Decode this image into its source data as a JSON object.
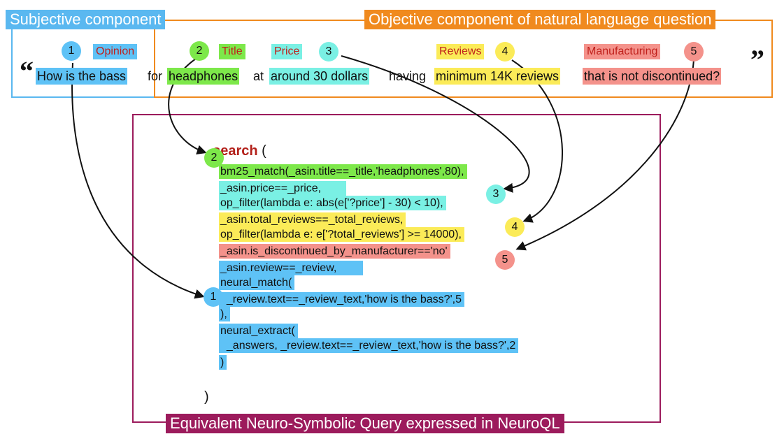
{
  "headers": {
    "subjective": "Subjective component",
    "objective": "Objective component of natural language question",
    "neuroql": "Equivalent Neuro-Symbolic Query expressed in NeuroQL"
  },
  "quote_open": "“",
  "quote_close": "”",
  "question": {
    "seg1": "How is the bass",
    "w_for": "for",
    "seg2": "headphones",
    "w_at": "at",
    "seg3": "around 30 dollars",
    "w_having": "having",
    "seg4": "minimum 14K reviews",
    "seg5": "that is not discontinued?"
  },
  "tags": {
    "opinion": "Opinion",
    "title": "Title",
    "price": "Price",
    "reviews": "Reviews",
    "manufacturing": "Manufacturing"
  },
  "badges": {
    "n1": "1",
    "n2": "2",
    "n3": "3",
    "n4": "4",
    "n5": "5"
  },
  "query": {
    "keyword": "search",
    "open_paren": " (",
    "close_paren": ")",
    "lines": [
      "bm25_match(_asin.title==_title,'headphones',80),",
      "_asin.price==_price,",
      "op_filter(lambda e: abs(e['?price'] - 30) < 10),",
      "_asin.total_reviews==_total_reviews,",
      "op_filter(lambda e: e['?total_reviews'] >= 14000),",
      "_asin.is_discontinued_by_manufacturer=='no'",
      "_asin.review==_review,",
      "neural_match(",
      "  _review.text==_review_text,'how is the bass?',5",
      "),",
      "neural_extract(",
      "  _answers, _review.text==_review_text,'how is the bass?',2",
      ")"
    ]
  },
  "colors": {
    "subjective_frame": "#5ab8f0",
    "objective_frame": "#f08a1e",
    "neuroql_frame": "#9c1b5c",
    "title_green": "#7de84a",
    "price_cyan": "#7af0e4",
    "reviews_yellow": "#fbeb58",
    "manufacturing_red": "#f4928b",
    "opinion_blue": "#5ec2f6"
  }
}
